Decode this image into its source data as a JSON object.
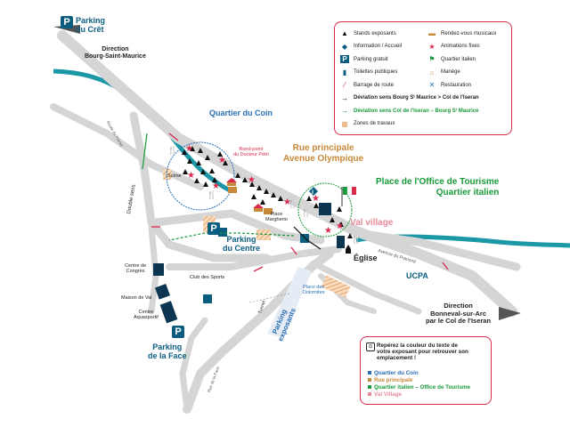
{
  "map": {
    "places": {
      "parking_cret": "Parking\ndu Crêt",
      "direction_bourg": "Direction\nBourg-Saint-Maurice",
      "quartier_coin": "Quartier du Coin",
      "scene": "Scène",
      "rond_point": "Rond-point\ndu Docteur Pétri",
      "rue_principale": "Rue principale\nAvenue Olympique",
      "place_office": "Place de l'Office de Tourisme\nQuartier italien",
      "place_margherio": "Place\nMargherio",
      "val_village": "Val village",
      "eglise": "Église",
      "double_sens": "Double sens",
      "parking_centre": "Parking\ndu Centre",
      "centre_congres": "Centre de\nCongrès",
      "club_sports": "Club des Sports",
      "maison_val": "Maison de Val",
      "centre_aquasportif": "Centre\nAquasportif",
      "parking_face": "Parking\nde la Face",
      "place_dolomites": "Place des\nDolomites",
      "parking_exposants": "Parking\nexposants",
      "tunnel": "Tunnel",
      "ucpa": "UCPA",
      "direction_bonneval": "Direction\nBonneval-sur-Arc\npar le Col de l'Iseran",
      "road_avenue_prariond": "Avenue du Prariond",
      "road_route_fornet": "Route du Fornet",
      "road_rue_bec": "Rue de la Face"
    },
    "parking_letter": "P"
  },
  "legend": {
    "items_left": [
      {
        "icon": "stand-icon",
        "label": "Stands exposants"
      },
      {
        "icon": "info-icon",
        "label": "Information / Accueil"
      },
      {
        "icon": "parking-icon",
        "label": "Parking gratuit"
      },
      {
        "icon": "toilets-icon",
        "label": "Toilettes publiques"
      },
      {
        "icon": "roadblock-icon",
        "label": "Barrage de route"
      },
      {
        "icon": "arrow-black-icon",
        "label": "Déviation sens Bourg Sᵗ Maurice > Col de l'Iseran"
      },
      {
        "icon": "arrow-green-icon",
        "label": "Déviation sens Col de l'Iseran – Bourg Sᵗ Maurice"
      },
      {
        "icon": "works-icon",
        "label": "Zones de travaux"
      }
    ],
    "items_right": [
      {
        "icon": "music-icon",
        "label": "Rendez-vous musicaux"
      },
      {
        "icon": "star-icon",
        "label": "Animations fixes"
      },
      {
        "icon": "italy-flag-icon",
        "label": "Quartier italien"
      },
      {
        "icon": "carousel-icon",
        "label": "Manège"
      },
      {
        "icon": "restaurant-icon",
        "label": "Restauration"
      }
    ]
  },
  "note": {
    "text": "Repérez la couleur du texte de\nvotre exposant pour retrouver son\nemplacement !",
    "items": [
      {
        "label": "Quartier du Coin",
        "color": "#2a6fb5"
      },
      {
        "label": "Rue principale",
        "color": "#c8883a"
      },
      {
        "label": "Quartier italien – Office de Tourisme",
        "color": "#1a9a3a"
      },
      {
        "label": "Val Village",
        "color": "#e88a9a"
      }
    ]
  },
  "colors": {
    "road": "#d5d5d5",
    "river": "#1b97a6",
    "accent": "#d9294c",
    "blue": "#2a6fb5",
    "brown": "#c8883a",
    "green": "#1a9a3a",
    "pink": "#e88a9a",
    "dark": "#0b5d80"
  }
}
